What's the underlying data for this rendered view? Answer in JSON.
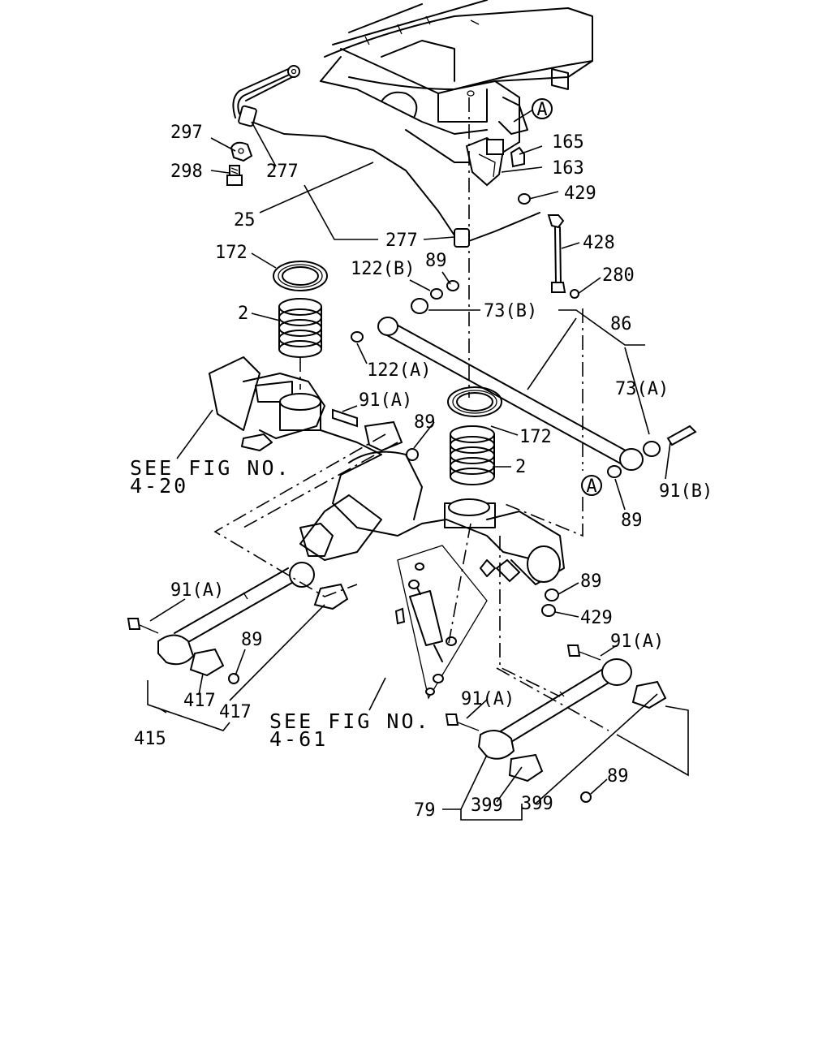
{
  "diagram": {
    "parts": [
      {
        "key": "p297",
        "text": "297"
      },
      {
        "key": "p298",
        "text": "298"
      },
      {
        "key": "p277a",
        "text": "277"
      },
      {
        "key": "p25",
        "text": "25"
      },
      {
        "key": "p277b",
        "text": "277"
      },
      {
        "key": "p165",
        "text": "165"
      },
      {
        "key": "p163",
        "text": "163"
      },
      {
        "key": "p429a",
        "text": "429"
      },
      {
        "key": "p428",
        "text": "428"
      },
      {
        "key": "p280",
        "text": "280"
      },
      {
        "key": "p172a",
        "text": "172"
      },
      {
        "key": "p122b",
        "text": "122(B)"
      },
      {
        "key": "p89a",
        "text": "89"
      },
      {
        "key": "p2a",
        "text": "2"
      },
      {
        "key": "p73b",
        "text": "73(B)"
      },
      {
        "key": "p86",
        "text": "86"
      },
      {
        "key": "p122a",
        "text": "122(A)"
      },
      {
        "key": "p73a",
        "text": "73(A)"
      },
      {
        "key": "p91a1",
        "text": "91(A)"
      },
      {
        "key": "p89b",
        "text": "89"
      },
      {
        "key": "p172b",
        "text": "172"
      },
      {
        "key": "p2b",
        "text": "2"
      },
      {
        "key": "p91b",
        "text": "91(B)"
      },
      {
        "key": "p89c",
        "text": "89"
      },
      {
        "key": "p89d",
        "text": "89"
      },
      {
        "key": "p429b",
        "text": "429"
      },
      {
        "key": "p91a2",
        "text": "91(A)"
      },
      {
        "key": "p89e",
        "text": "89"
      },
      {
        "key": "p417a",
        "text": "417"
      },
      {
        "key": "p417b",
        "text": "417"
      },
      {
        "key": "p415",
        "text": "415"
      },
      {
        "key": "p91a3",
        "text": "91(A)"
      },
      {
        "key": "p91a4",
        "text": "91(A)"
      },
      {
        "key": "p89f",
        "text": "89"
      },
      {
        "key": "p79",
        "text": "79"
      },
      {
        "key": "p399a",
        "text": "399"
      },
      {
        "key": "p399b",
        "text": "399"
      }
    ],
    "refs": {
      "ref_a_top": "A",
      "ref_a_mid": "A",
      "see_fig1_line1": "SEE FIG NO.",
      "see_fig1_line2": "4-20",
      "see_fig2_line1": "SEE FIG NO.",
      "see_fig2_line2": "4-61"
    }
  }
}
